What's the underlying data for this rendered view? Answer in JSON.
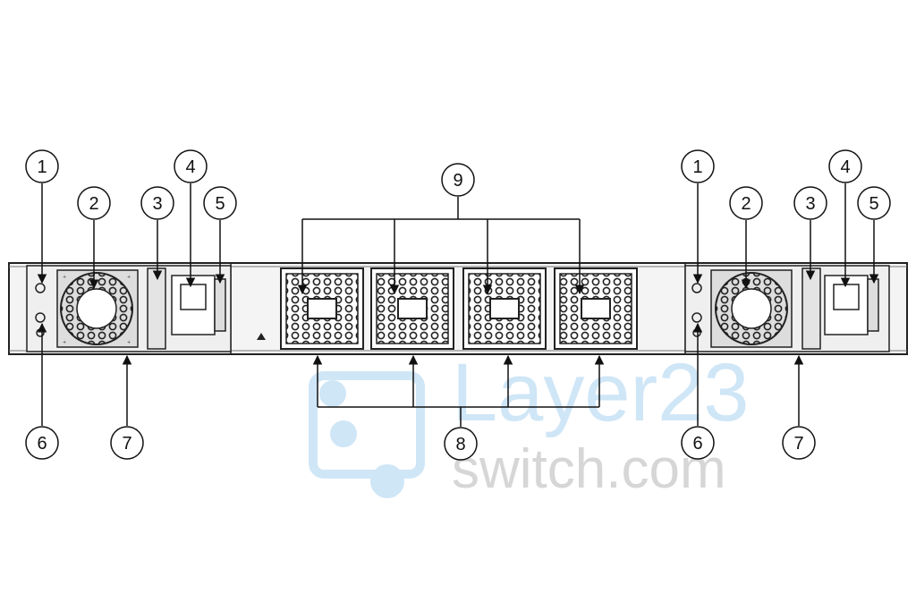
{
  "callouts": {
    "left_psu": [
      "1",
      "2",
      "3",
      "4",
      "5",
      "6",
      "7"
    ],
    "fans_top": "9",
    "fans_bottom": "8",
    "right_psu": [
      "1",
      "2",
      "3",
      "4",
      "5",
      "6",
      "7"
    ]
  },
  "watermark": {
    "line1": "Layer23",
    "line2": "switch.com"
  }
}
